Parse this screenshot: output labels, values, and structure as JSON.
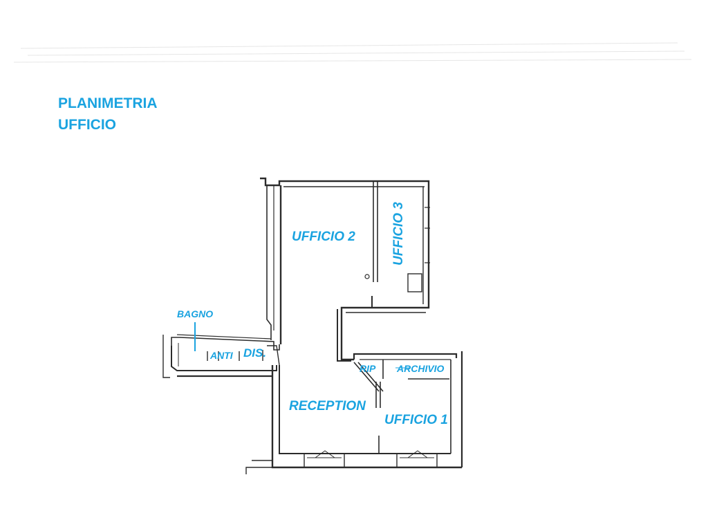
{
  "title": {
    "line1": "PLANIMETRIA",
    "line2": "UFFICIO"
  },
  "rooms": {
    "ufficio2": "UFFICIO 2",
    "ufficio3": "UFFICIO 3",
    "bagno": "BAGNO",
    "anti": "ANTI",
    "dis": "DIS.",
    "rip": "RIP",
    "archivio": "ARCHIVIO",
    "reception": "RECEPTION",
    "ufficio1": "UFFICIO 1"
  },
  "colors": {
    "label": "#1aa3e0",
    "wall": "#2b2b2b"
  }
}
